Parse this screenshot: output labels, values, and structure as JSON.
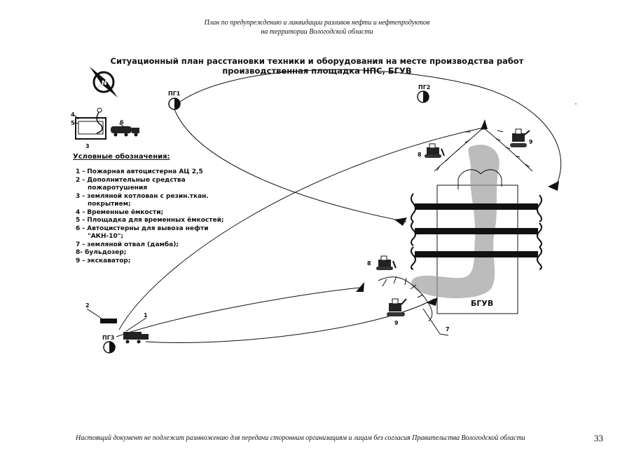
{
  "header": {
    "line1": "План по предупреждению и ликвидации разливов нефти и нефтепродуктов",
    "line2": "на территории Вологодской области"
  },
  "title": {
    "line1": "Ситуационный план расстановки техники и оборудования на месте производства работ",
    "line2": "производственная площадка НПС, БГУВ"
  },
  "legend": {
    "title": "Условные обозначения:",
    "items": [
      "1 -  Пожарная автоцистерна АЦ 2,5",
      "2 - Дополнительные средства",
      "пожаротушения",
      "3 - земляной котлован с резин.ткан.",
      "покрытием;",
      "4 - Временные ёмкости;",
      "5 - Площадка для временных ёмкостей;",
      "6 - Автоцистерны для вывоза нефти",
      "\"АКН-10\";",
      "7 - земляной отвал (дамба);",
      "8- бульдозер;",
      "9 - экскаватор;"
    ]
  },
  "map": {
    "hydrants": [
      "ПГ1",
      "ПГ2",
      "ПГ3"
    ],
    "site_label": "БГУВ",
    "numbers": [
      "1",
      "2",
      "3",
      "4",
      "5",
      "6",
      "7",
      "8",
      "9"
    ]
  },
  "footer": {
    "notice": "Настоящий документ не подлежит размножению для передачи сторонним организациям и лицам без согласия Правительства Вологодской области",
    "page_number": "33"
  }
}
